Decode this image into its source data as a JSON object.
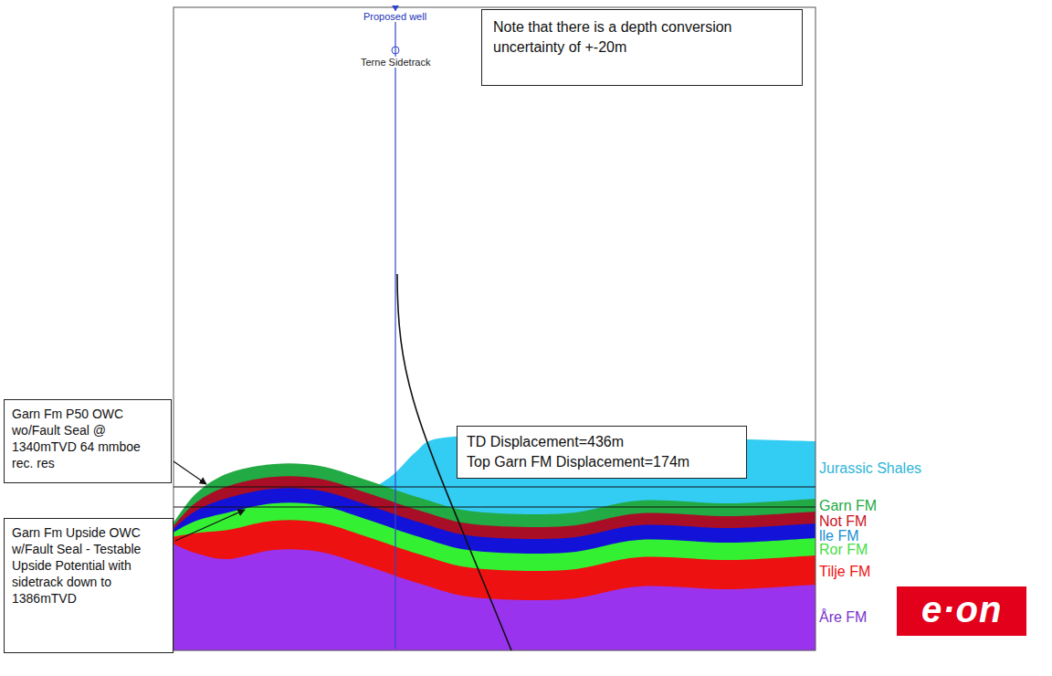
{
  "diagram": {
    "nodes": [
      {
        "text": [
          "Note that there is a depth conversion uncertainty of +-20m"
        ]
      },
      {
        "text": [
          "TD Displacement=436m",
          "Top Garn FM Displacement=174m"
        ]
      },
      {
        "text": [
          "Garn Fm P50 OWC wo/Fault Seal @ 1340mTVD 64 mmboe rec. res"
        ]
      },
      {
        "text": [
          "Garn Fm Upside OWC w/Fault Seal - Testable Upside Potential with sidetrack down to 1386mTVD"
        ]
      }
    ],
    "labels": [
      "Proposed well",
      "Terne Sidetrack",
      "Jurassic Shales",
      "Garn FM",
      "Not FM",
      "lle FM",
      "Ror FM",
      "Tilje FM",
      "Åre FM",
      "e·on"
    ]
  }
}
